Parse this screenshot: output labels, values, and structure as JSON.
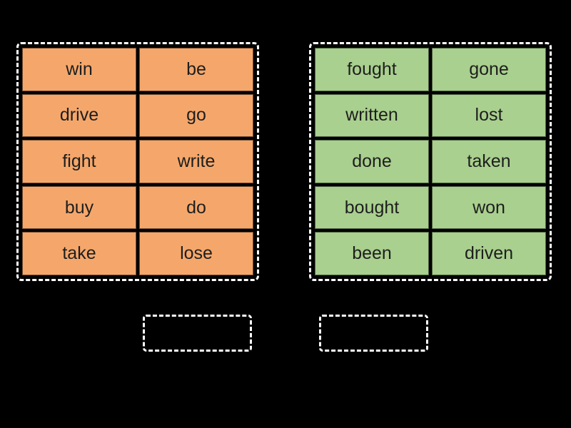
{
  "colors": {
    "background": "#000000",
    "zone_border": "#FFFFFF",
    "card_text": "#1E1E1E",
    "group1_card": "#F5A76B",
    "group2_card": "#A9D08E"
  },
  "groups": [
    {
      "id": "group-1",
      "card_color": "#F5A76B",
      "words": [
        "win",
        "be",
        "drive",
        "go",
        "fight",
        "write",
        "buy",
        "do",
        "take",
        "lose"
      ]
    },
    {
      "id": "group-2",
      "card_color": "#A9D08E",
      "words": [
        "fought",
        "gone",
        "written",
        "lost",
        "done",
        "taken",
        "bought",
        "won",
        "been",
        "driven"
      ]
    }
  ],
  "drop_targets": [
    {
      "id": "target-1",
      "label": ""
    },
    {
      "id": "target-2",
      "label": ""
    }
  ]
}
